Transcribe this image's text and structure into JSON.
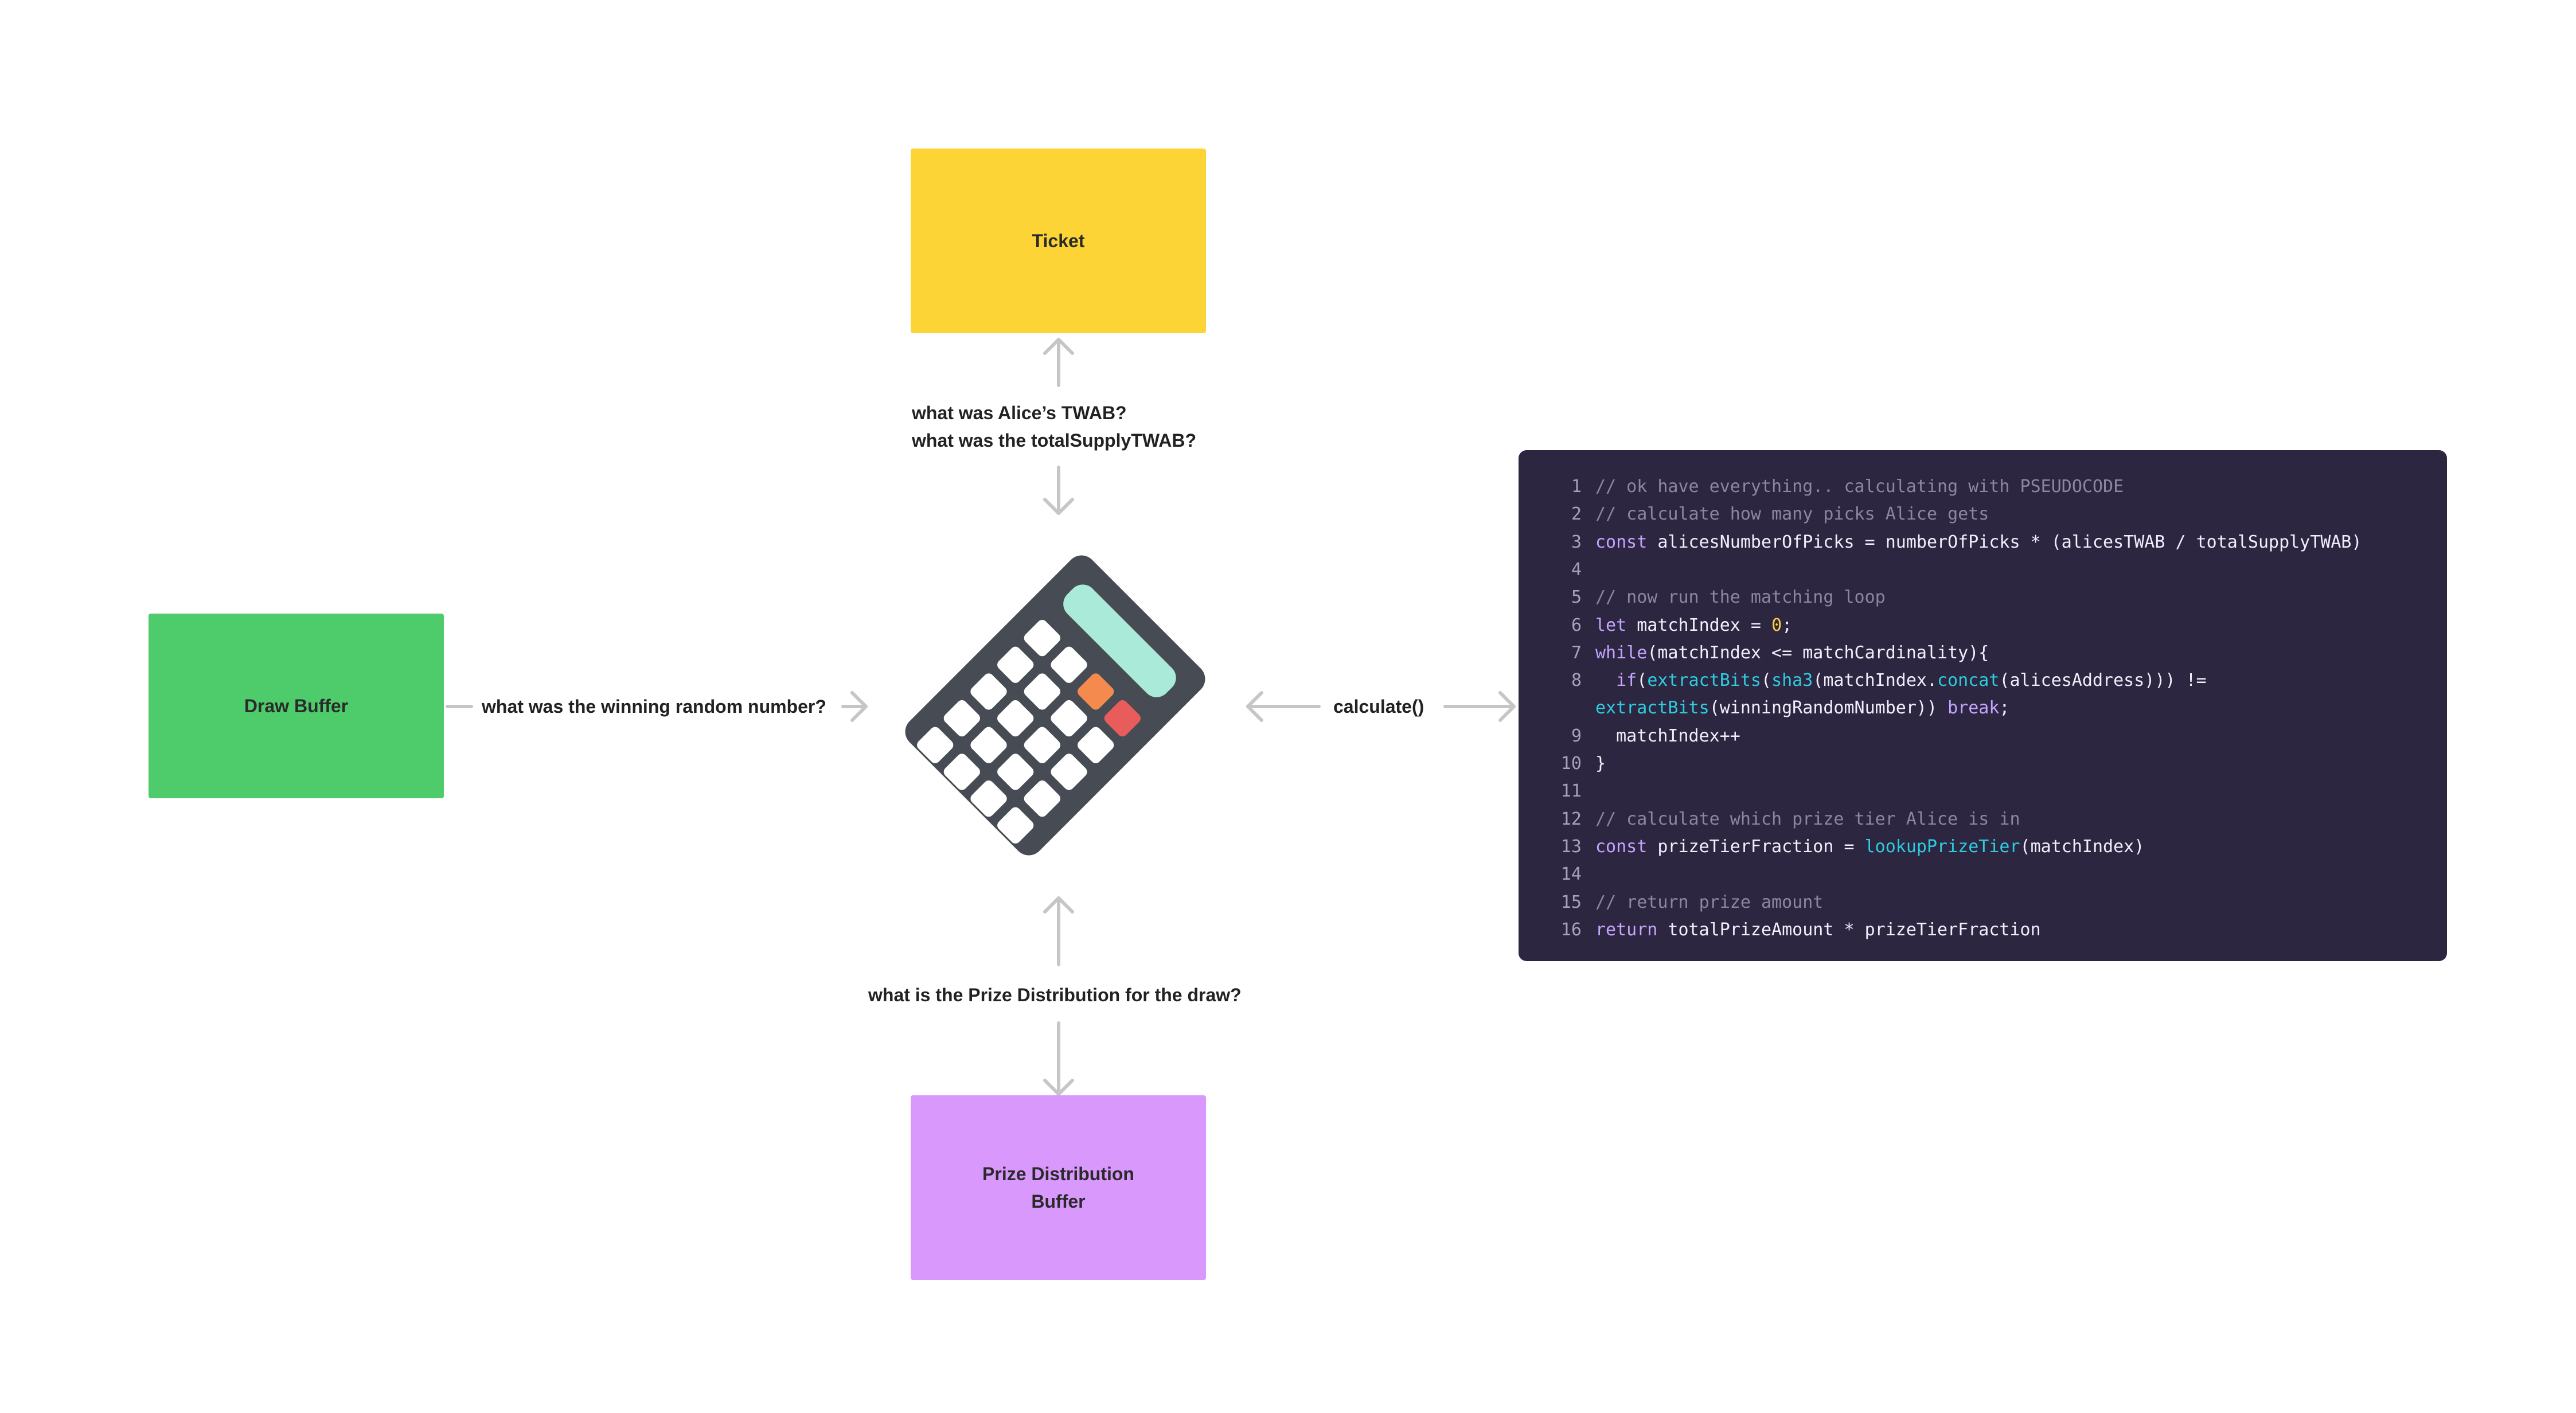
{
  "nodes": {
    "ticket": {
      "label": "Ticket",
      "color": "#fdd435"
    },
    "draw_buffer": {
      "label": "Draw Buffer",
      "color": "#4ecb6b"
    },
    "prize_distribution_buffer": {
      "label_line1": "Prize Distribution",
      "label_line2": "Buffer",
      "color": "#d898fc"
    }
  },
  "edges": {
    "ticket_question_line1": "what was Alice’s TWAB?",
    "ticket_question_line2": "what was the totalSupplyTWAB?",
    "draw_question": "what was the winning random number?",
    "prize_question": "what is the Prize Distribution for the draw?",
    "calculate_label": "calculate()"
  },
  "calculator": {
    "icon": "calculator-icon",
    "body_color": "#474c54",
    "display_color": "#a9ebd8",
    "key_color": "#ffffff",
    "orange_key_color": "#f58a4f",
    "red_key_color": "#e85c5c"
  },
  "code": {
    "background": "#2d2640",
    "lines": [
      {
        "n": "1",
        "tokens": [
          {
            "t": "// ok have everything.. calculating with PSEUDOCODE",
            "k": "comment"
          }
        ]
      },
      {
        "n": "2",
        "tokens": [
          {
            "t": "// calculate how many picks Alice gets",
            "k": "comment"
          }
        ]
      },
      {
        "n": "3",
        "tokens": [
          {
            "t": "const",
            "k": "keyword"
          },
          {
            "t": " alicesNumberOfPicks = numberOfPicks * (alicesTWAB / totalSupplyTWAB)",
            "k": "plain"
          }
        ]
      },
      {
        "n": "4",
        "tokens": []
      },
      {
        "n": "5",
        "tokens": [
          {
            "t": "// now run the matching loop",
            "k": "comment"
          }
        ]
      },
      {
        "n": "6",
        "tokens": [
          {
            "t": "let",
            "k": "keyword"
          },
          {
            "t": " matchIndex = ",
            "k": "plain"
          },
          {
            "t": "0",
            "k": "number"
          },
          {
            "t": ";",
            "k": "plain"
          }
        ]
      },
      {
        "n": "7",
        "tokens": [
          {
            "t": "while",
            "k": "keyword"
          },
          {
            "t": "(matchIndex <= matchCardinality){",
            "k": "plain"
          }
        ]
      },
      {
        "n": "8",
        "tokens": [
          {
            "t": "  ",
            "k": "plain"
          },
          {
            "t": "if",
            "k": "keyword"
          },
          {
            "t": "(",
            "k": "plain"
          },
          {
            "t": "extractBits",
            "k": "func"
          },
          {
            "t": "(",
            "k": "plain"
          },
          {
            "t": "sha3",
            "k": "func"
          },
          {
            "t": "(matchIndex.",
            "k": "plain"
          },
          {
            "t": "concat",
            "k": "func"
          },
          {
            "t": "(alicesAddress))) !=",
            "k": "plain"
          }
        ]
      },
      {
        "n": "",
        "tokens": [
          {
            "t": "extractBits",
            "k": "func"
          },
          {
            "t": "(winningRandomNumber)) ",
            "k": "plain"
          },
          {
            "t": "break",
            "k": "keyword"
          },
          {
            "t": ";",
            "k": "plain"
          }
        ]
      },
      {
        "n": "9",
        "tokens": [
          {
            "t": "  matchIndex++",
            "k": "plain"
          }
        ]
      },
      {
        "n": "10",
        "tokens": [
          {
            "t": "}",
            "k": "plain"
          }
        ]
      },
      {
        "n": "11",
        "tokens": []
      },
      {
        "n": "12",
        "tokens": [
          {
            "t": "// calculate which prize tier Alice is in",
            "k": "comment"
          }
        ]
      },
      {
        "n": "13",
        "tokens": [
          {
            "t": "const",
            "k": "keyword"
          },
          {
            "t": " prizeTierFraction = ",
            "k": "plain"
          },
          {
            "t": "lookupPrizeTier",
            "k": "func"
          },
          {
            "t": "(matchIndex)",
            "k": "plain"
          }
        ]
      },
      {
        "n": "14",
        "tokens": []
      },
      {
        "n": "15",
        "tokens": [
          {
            "t": "// return prize amount",
            "k": "comment"
          }
        ]
      },
      {
        "n": "16",
        "tokens": [
          {
            "t": "return",
            "k": "keyword"
          },
          {
            "t": " totalPrizeAmount * prizeTierFraction",
            "k": "plain"
          }
        ]
      }
    ]
  }
}
